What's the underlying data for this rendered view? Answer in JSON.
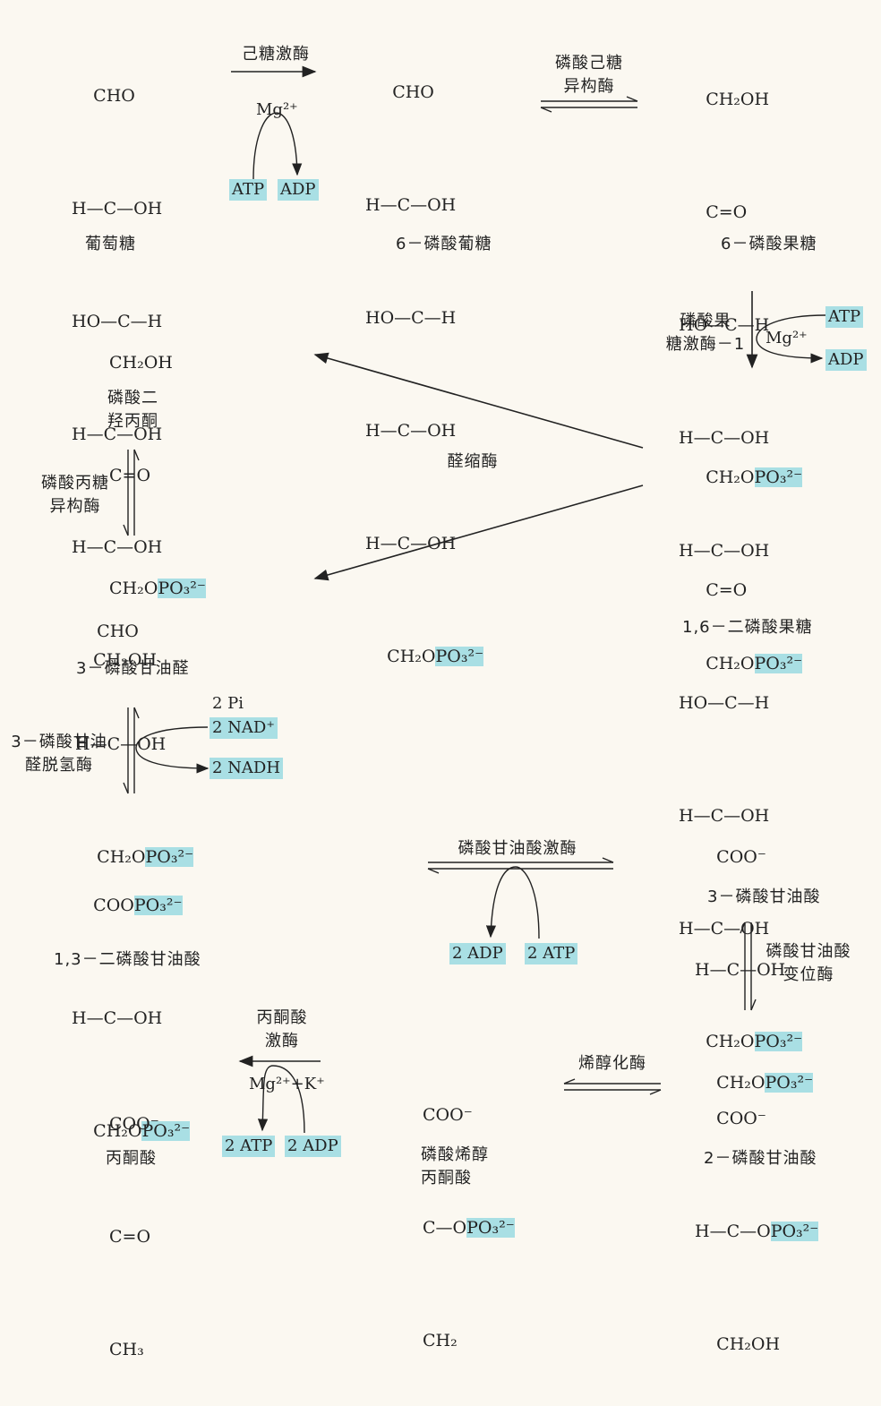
{
  "molecules": {
    "glucose": {
      "lines": [
        "    CHO",
        "H—C—OH",
        "HO—C—H",
        "H—C—OH",
        "H—C—OH",
        "    CH₂OH"
      ],
      "name": "葡萄糖"
    },
    "g6p": {
      "lines": [
        "     CHO",
        "H—C—OH",
        "HO—C—H",
        "H—C—OH",
        "H—C—OH"
      ],
      "tail": "CH₂O",
      "tail_hl": "PO₃²⁻",
      "name": "6－磷酸葡糖"
    },
    "f6p": {
      "lines": [
        "     CH₂OH",
        "     C=O",
        "HO—C—H",
        "H—C—OH",
        "H—C—OH"
      ],
      "tail": "CH₂O",
      "tail_hl": "PO₃²⁻",
      "name": "6－磷酸果糖"
    },
    "dhap": {
      "lines": [
        "CH₂OH",
        "C=O"
      ],
      "tail": "CH₂O",
      "tail_hl": "PO₃²⁻",
      "name1": "磷酸二",
      "name2": "羟丙酮"
    },
    "fbp": {
      "head": "CH₂O",
      "head_hl": "PO₃²⁻",
      "lines": [
        "     C=O",
        "HO—C—H",
        "H—C—OH",
        "H—C—OH"
      ],
      "tail": "CH₂O",
      "tail_hl": "PO₃²⁻",
      "name": "1,6－二磷酸果糖"
    },
    "g3p": {
      "lines": [
        "CHO",
        "H—C—OH"
      ],
      "tail": "CH₂O",
      "tail_hl": "PO₃²⁻",
      "name": "3－磷酸甘油醛"
    },
    "bpg": {
      "head": "COO",
      "head_hl": "PO₃²⁻",
      "lines": [
        "H—C—OH"
      ],
      "tail": "CH₂O",
      "tail_hl": "PO₃²⁻",
      "name": "1,3－二磷酸甘油酸"
    },
    "pg3": {
      "lines": [
        "COO⁻",
        "H—C—OH"
      ],
      "tail": "CH₂O",
      "tail_hl": "PO₃²⁻",
      "name": "3－磷酸甘油酸"
    },
    "pg2": {
      "lines": [
        "COO⁻"
      ],
      "mid": "H—C—O",
      "mid_hl": "PO₃²⁻",
      "tail": "CH₂OH",
      "name": "2－磷酸甘油酸"
    },
    "pep": {
      "lines": [
        "COO⁻"
      ],
      "mid": "C—O",
      "mid_hl": "PO₃²⁻",
      "tail": "CH₂",
      "name1": "磷酸烯醇",
      "name2": "丙酮酸"
    },
    "pyruvate": {
      "lines": [
        "COO⁻",
        "C=O",
        "CH₃"
      ],
      "name": "丙酮酸"
    }
  },
  "enzymes": {
    "hexokinase": "己糖激酶",
    "pgi_1": "磷酸己糖",
    "pgi_2": "异构酶",
    "pfk_1": "磷酸果",
    "pfk_2": "糖激酶－1",
    "aldolase": "醛缩酶",
    "tpi_1": "磷酸丙糖",
    "tpi_2": "异构酶",
    "gapdh_1": "3－磷酸甘油",
    "gapdh_2": "醛脱氢酶",
    "pgk": "磷酸甘油酸激酶",
    "pgm_1": "磷酸甘油酸",
    "pgm_2": "变位酶",
    "enolase": "烯醇化酶",
    "pk_1": "丙酮酸",
    "pk_2": "激酶"
  },
  "cofactors": {
    "mg": "Mg²⁺",
    "atp": "ATP",
    "adp": "ADP",
    "pfk_atp": "ATP",
    "pfk_adp": "ADP",
    "pfk_mg": "Mg²⁺",
    "pi": "2 Pi",
    "nad": "2 NAD⁺",
    "nadh": "2 NADH",
    "pgk_adp": "2 ADP",
    "pgk_atp": "2 ATP",
    "pk_mgk": "Mg²⁺+K⁺",
    "pk_atp": "2 ATP",
    "pk_adp": "2 ADP"
  },
  "colors": {
    "highlight": "#a9dfe4",
    "ink": "#222222",
    "paper": "#fbf8f1"
  }
}
